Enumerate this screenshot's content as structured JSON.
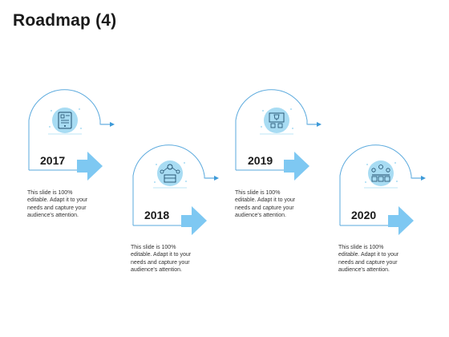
{
  "title": "Roadmap (4)",
  "colors": {
    "outline": "#5aa9dd",
    "arrow_fill": "#7ec8f2",
    "icon_circle": "#a8dcf3",
    "icon_ink": "#1f4d6b",
    "small_arrow": "#3d9ad8"
  },
  "milestones": [
    {
      "year": "2017",
      "icon": "smartphone-icon",
      "desc_lines": [
        "This slide is 100%",
        "editable. Adapt it to your",
        "needs and capture your",
        "audience's attention."
      ]
    },
    {
      "year": "2018",
      "icon": "network-boxes-icon",
      "desc_lines": [
        "This slide is 100%",
        "editable. Adapt it to your",
        "needs and capture your",
        "audience's attention."
      ]
    },
    {
      "year": "2019",
      "icon": "presentation-trophy-icon",
      "desc_lines": [
        "This slide is 100%",
        "editable. Adapt it to your",
        "needs and capture your",
        "audience's attention."
      ]
    },
    {
      "year": "2020",
      "icon": "team-meeting-icon",
      "desc_lines": [
        "This slide is 100%",
        "editable. Adapt it to your",
        "needs and capture your",
        "audience's attention."
      ]
    }
  ]
}
